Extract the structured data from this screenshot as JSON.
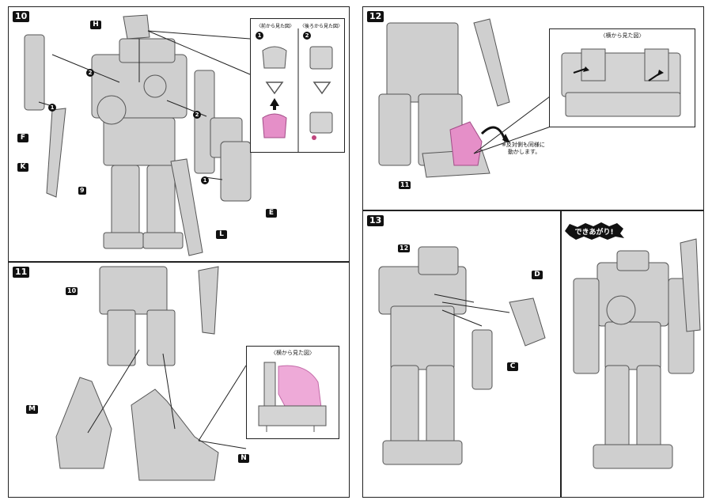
{
  "steps": [
    {
      "id": "10",
      "label": "10"
    },
    {
      "id": "11",
      "label": "11"
    },
    {
      "id": "12",
      "label": "12"
    },
    {
      "id": "13",
      "label": "13"
    }
  ],
  "parts": {
    "H": "H",
    "F": "F",
    "K": "K",
    "E": "E",
    "L": "L",
    "M": "M",
    "N": "N",
    "D": "D",
    "C": "C"
  },
  "sub_refs": {
    "s9": "9",
    "s10": "10",
    "s11": "11",
    "s12": "12"
  },
  "order_marks": {
    "one": "1",
    "two": "2"
  },
  "inset10": {
    "front_view": "〈前から見た図〉",
    "back_view": "〈後ろから見た図〉",
    "step1": "1",
    "step2": "2"
  },
  "inset11": {
    "side_view": "〈横から見た図〉"
  },
  "inset12": {
    "side_view": "〈横から見た図〉"
  },
  "note12": {
    "line1": "※反対側も同様に",
    "line2": "動かします。"
  },
  "complete": {
    "label": "できあがり!"
  },
  "colors": {
    "part_gray": "#c8c8c8",
    "pink": "#e58fc8",
    "line": "#222222"
  }
}
